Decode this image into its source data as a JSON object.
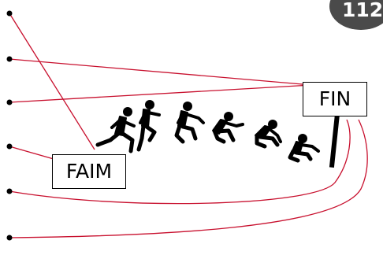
{
  "page_number": "112",
  "labels": {
    "faim": "FAIM",
    "fin": "FIN"
  },
  "colors": {
    "connector": "#c8102e",
    "ink": "#000000",
    "badge": "#4a4a4a"
  },
  "bullet_count": 6,
  "figure_count": 6
}
